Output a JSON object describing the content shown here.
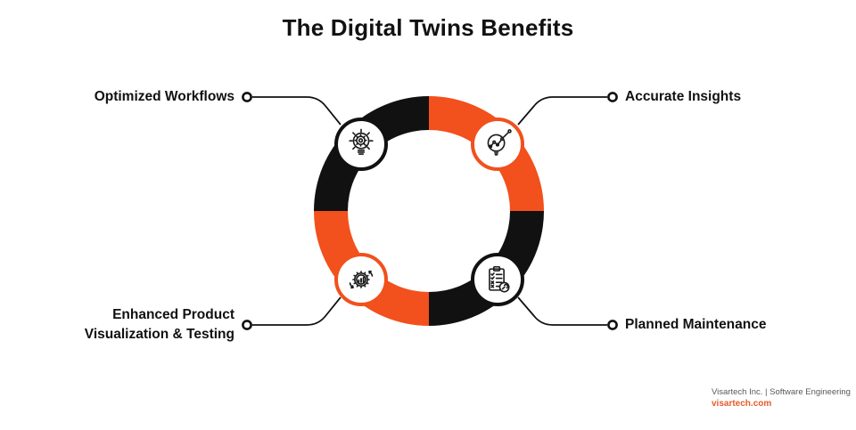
{
  "title": "The Digital Twins Benefits",
  "colors": {
    "ring_orange": "#F2501C",
    "ring_black": "#111111",
    "text": "#111111",
    "footer_gray": "#58595B",
    "footer_orange": "#E35C2A",
    "background": "#FFFFFF"
  },
  "diagram": {
    "type": "circular-infographic",
    "segments": [
      "black",
      "orange",
      "black",
      "orange"
    ],
    "benefits": [
      {
        "label": "Optimized Workflows",
        "position": "top-left",
        "icon": "bulb-gear-icon",
        "badge_border": "black"
      },
      {
        "label": "Accurate Insights",
        "position": "top-right",
        "icon": "magnifier-chart-icon",
        "badge_border": "orange"
      },
      {
        "label": "Enhanced Product Visualization & Testing",
        "position": "bottom-left",
        "icon": "gear-chart-icon",
        "badge_border": "orange"
      },
      {
        "label": "Planned Maintenance",
        "position": "bottom-right",
        "icon": "clipboard-wrench-icon",
        "badge_border": "black"
      }
    ]
  },
  "footer": {
    "company": "Visartech Inc.  |  Software Engineering",
    "website": "visartech.com"
  }
}
